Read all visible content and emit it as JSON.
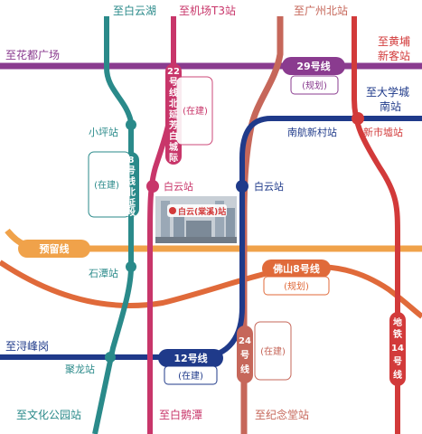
{
  "colors": {
    "line8": "#2a8a8a",
    "line22": "#c8366a",
    "line24": "#c6675a",
    "line12": "#1f3a8a",
    "line29": "#8a3b8f",
    "foshan8": "#e06a3a",
    "reserved": "#f0a24a",
    "line14": "#d23a3a",
    "textBlue": "#1f3a8a",
    "textRed": "#d23a3a"
  },
  "destinations": {
    "baiyunhu": "至白云湖",
    "airport_t3": "至机场T3站",
    "guangzhou_north": "至广州北站",
    "huadu_square": "至花都广场",
    "huangpu_xinke": "至黄埔",
    "huangpu_xinke_2": "新客站",
    "university_south": "至大学城",
    "university_south_2": "南站",
    "xunfenggang": "至浔峰岗",
    "culture_park": "至文化公园站",
    "baieetan": "至白鹅潭",
    "jinian_tang": "至纪念堂站"
  },
  "stations": {
    "xiaoping": "小坪站",
    "baiyun_left": "白云站",
    "baiyun_right": "白云站",
    "nanhang_xincun": "南航新村站",
    "xinshi_xu": "新市墟站",
    "shijing": "石潭站",
    "julong": "聚龙站",
    "project": "白云(棠溪)站"
  },
  "lines": {
    "line29_name": "29号线",
    "line29_status": "(规划)",
    "line22_name": [
      "22",
      "号",
      "线",
      "北",
      "延",
      "芳",
      "白",
      "城",
      "际"
    ],
    "line22_status": "(在建)",
    "line8_name": [
      "8",
      "号",
      "线",
      "北",
      "延",
      "段"
    ],
    "line8_status": "(在建)",
    "line12_name": "12号线",
    "line12_status": "(在建)",
    "line24_name": [
      "24",
      "号",
      "线"
    ],
    "line24_status": "(在建)",
    "foshan8_name": "佛山8号线",
    "foshan8_status": "(规划)",
    "reserved_name": "预留线",
    "line14_name": [
      "地",
      "铁",
      "14",
      "号",
      "线"
    ]
  }
}
